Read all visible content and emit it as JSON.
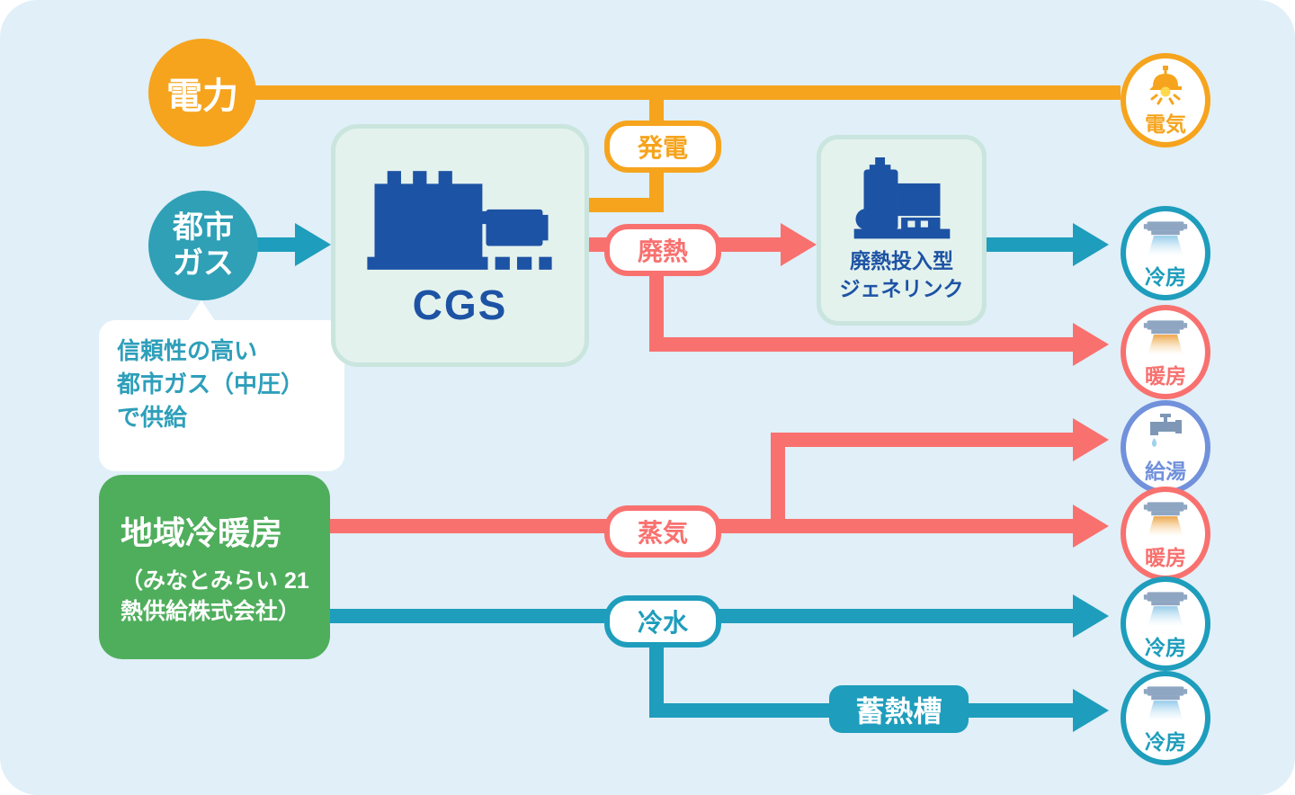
{
  "palette": {
    "panel_background": "#E0EFF8",
    "orange": "#F6A41D",
    "salmon": "#F8716F",
    "teal": "#1E9DBC",
    "teal_circle_fill": "#2FA0B6",
    "green": "#4FAE5C",
    "equipment_blue": "#1D53A4",
    "equipment_box_bg": "#E4F2EE",
    "equipment_box_border": "#C9E5DD",
    "periwinkle": "#7191DB"
  },
  "sources": {
    "power_company": {
      "label": "電力"
    },
    "city_gas": {
      "label_line1": "都市",
      "label_line2": "ガス"
    },
    "city_gas_note": {
      "line1": "信頼性の高い",
      "line2": "都市ガス（中圧）",
      "line3": "で供給"
    },
    "district_energy": {
      "title": "地域冷暖房",
      "subtitle_line1": "（みなとみらい 21",
      "subtitle_line2": "熱供給株式会社）"
    }
  },
  "equipment": {
    "cgs": {
      "label": "CGS",
      "icon": "generator-icon"
    },
    "genelink": {
      "label_line1": "廃熱投入型",
      "label_line2": "ジェネリンク",
      "icon": "absorption-chiller-icon"
    },
    "heat_storage_tank": {
      "label": "蓄熱槽"
    }
  },
  "flow_labels": {
    "generation": "発電",
    "waste_heat": "廃熱",
    "steam": "蒸気",
    "cold_water": "冷水"
  },
  "outputs": [
    {
      "label": "電気",
      "icon": "pendant-lamp-icon"
    },
    {
      "label": "冷房",
      "icon": "air-conditioner-icon"
    },
    {
      "label": "暖房",
      "icon": "heater-icon"
    },
    {
      "label": "給湯",
      "icon": "faucet-icon"
    },
    {
      "label": "暖房",
      "icon": "heater-icon"
    },
    {
      "label": "冷房",
      "icon": "air-conditioner-icon"
    },
    {
      "label": "冷房",
      "icon": "air-conditioner-icon"
    }
  ]
}
